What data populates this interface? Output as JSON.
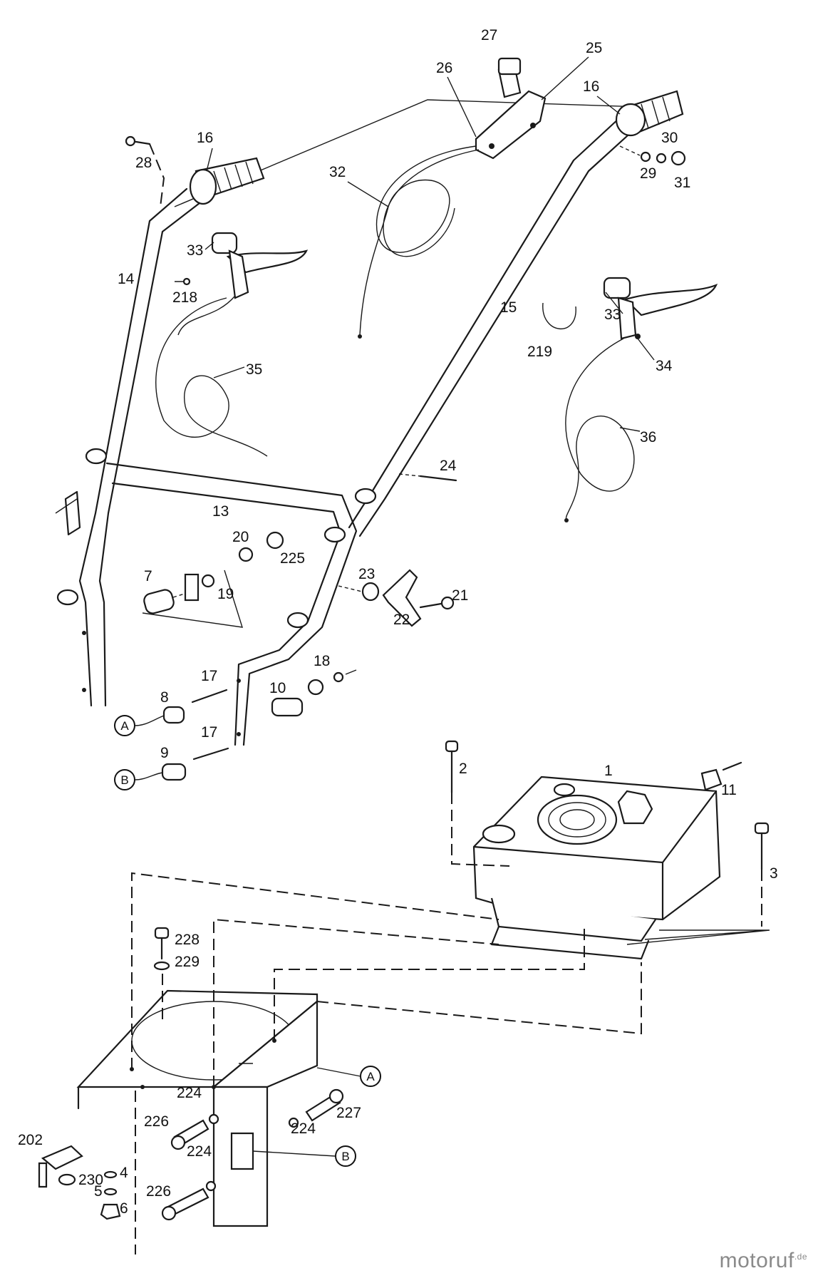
{
  "labels": {
    "l1": "1",
    "l2": "2",
    "l3": "3",
    "l4": "4",
    "l5": "5",
    "l6": "6",
    "l7": "7",
    "l8": "8",
    "l9": "9",
    "l10": "10",
    "l11": "11",
    "l13": "13",
    "l14": "14",
    "l15": "15",
    "l16a": "16",
    "l16b": "16",
    "l17a": "17",
    "l17b": "17",
    "l18": "18",
    "l19": "19",
    "l20": "20",
    "l21": "21",
    "l22": "22",
    "l23": "23",
    "l24": "24",
    "l25": "25",
    "l26": "26",
    "l27": "27",
    "l28": "28",
    "l29": "29",
    "l30": "30",
    "l31": "31",
    "l32": "32",
    "l33a": "33",
    "l33b": "33",
    "l34": "34",
    "l35": "35",
    "l36": "36",
    "l202": "202",
    "l218": "218",
    "l219": "219",
    "l224a": "224",
    "l224b": "224",
    "l224c": "224",
    "l225": "225",
    "l226a": "226",
    "l226b": "226",
    "l227": "227",
    "l228": "228",
    "l229": "229",
    "l230": "230"
  },
  "refs": {
    "a1": "A",
    "b1": "B",
    "a2": "A",
    "b2": "B"
  },
  "watermark": {
    "brand": "motoruf",
    "tld": ".de"
  }
}
